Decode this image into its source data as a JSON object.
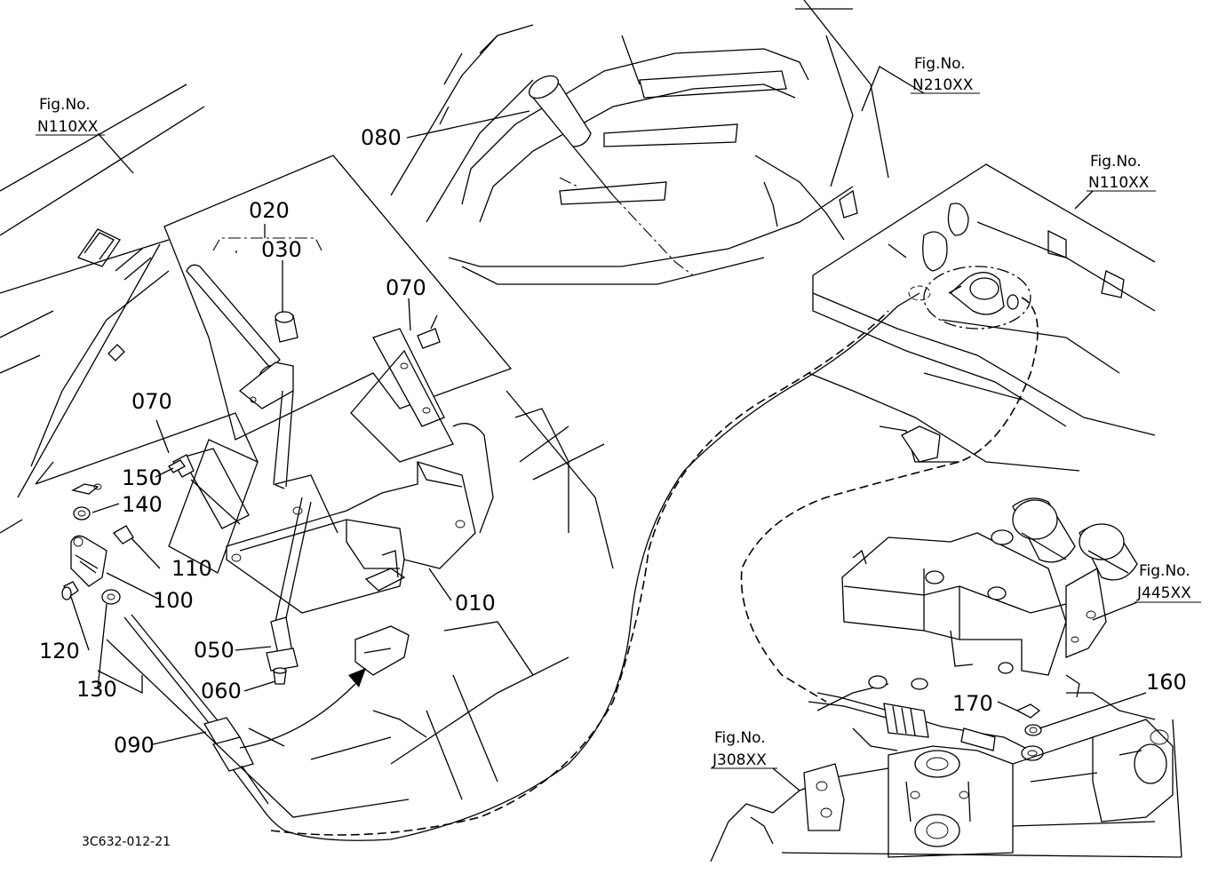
{
  "fig_refs": [
    {
      "id": "fig_n110_left",
      "top": "Fig.No.",
      "bottom": "N110XX"
    },
    {
      "id": "fig_n210",
      "top": "Fig.No.",
      "bottom": "N210XX"
    },
    {
      "id": "fig_n110_right",
      "top": "Fig.No.",
      "bottom": "N110XX"
    },
    {
      "id": "fig_j445",
      "top": "Fig.No.",
      "bottom": "J445XX"
    },
    {
      "id": "fig_j308",
      "top": "Fig.No.",
      "bottom": "J308XX"
    }
  ],
  "parts": [
    {
      "id": "p010",
      "label": "010"
    },
    {
      "id": "p020",
      "label": "020"
    },
    {
      "id": "p030",
      "label": "030"
    },
    {
      "id": "p050",
      "label": "050"
    },
    {
      "id": "p060",
      "label": "060"
    },
    {
      "id": "p070a",
      "label": "070"
    },
    {
      "id": "p070b",
      "label": "070"
    },
    {
      "id": "p080",
      "label": "080"
    },
    {
      "id": "p090",
      "label": "090"
    },
    {
      "id": "p100",
      "label": "100"
    },
    {
      "id": "p110",
      "label": "110"
    },
    {
      "id": "p120",
      "label": "120"
    },
    {
      "id": "p130",
      "label": "130"
    },
    {
      "id": "p140",
      "label": "140"
    },
    {
      "id": "p150",
      "label": "150"
    },
    {
      "id": "p160",
      "label": "160"
    },
    {
      "id": "p170",
      "label": "170"
    }
  ],
  "drawing_code": "3C632-012-21"
}
